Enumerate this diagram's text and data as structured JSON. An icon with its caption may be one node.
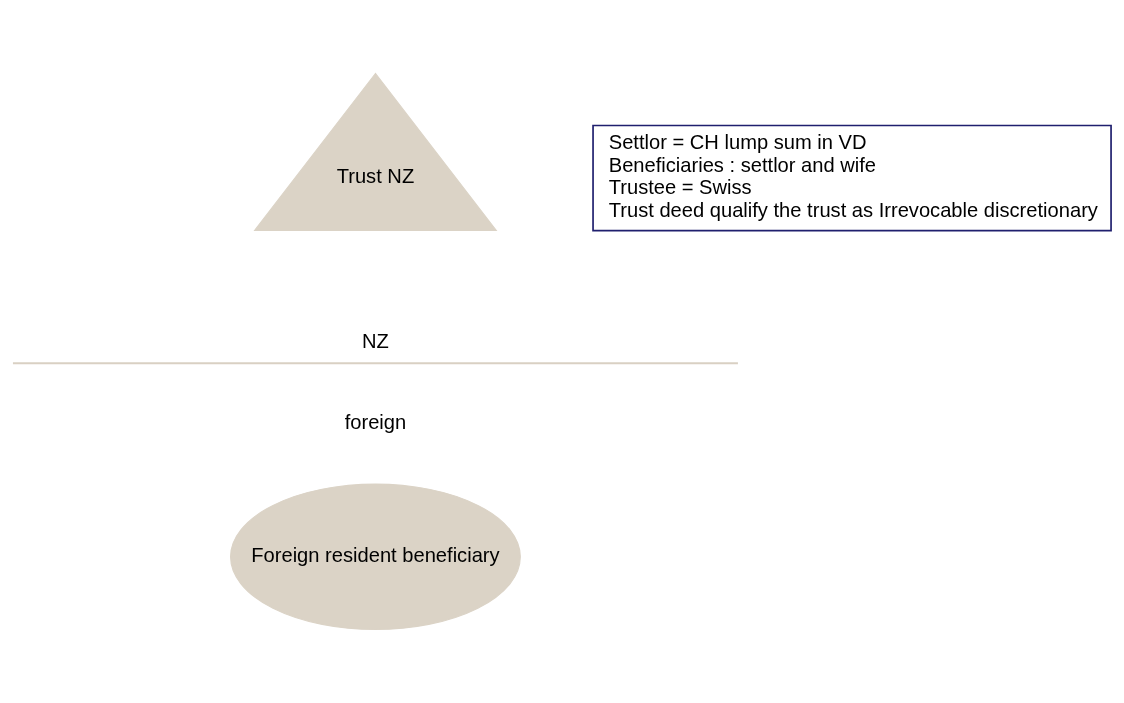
{
  "diagram": {
    "nodes": [
      {
        "text": [
          "Trust NZ"
        ]
      },
      {
        "text": [
          "Settlor = CH lump sum in VD",
          "Beneficiaries : settlor and wife",
          "Trustee = Swiss",
          "Trust deed qualify the trust as Irrevocable discretionary"
        ]
      },
      {
        "text": [
          "Foreign resident beneficiary"
        ]
      }
    ],
    "edges": [],
    "labels": [
      "NZ",
      "foreign"
    ]
  }
}
